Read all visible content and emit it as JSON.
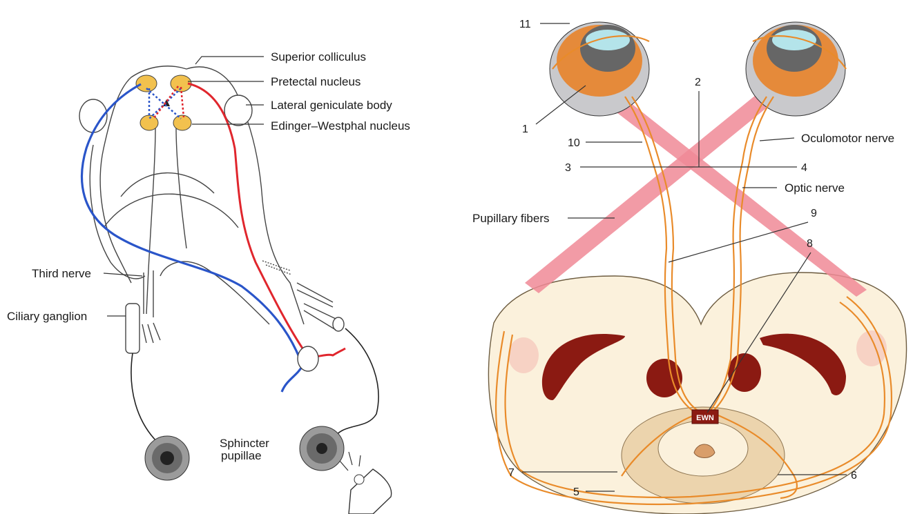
{
  "left_panel": {
    "labels": {
      "superior_colliculus": "Superior colliculus",
      "pretectal_nucleus": "Pretectal nucleus",
      "lateral_geniculate_body": "Lateral geniculate body",
      "edinger_westphal_nucleus": "Edinger–Westphal nucleus",
      "third_nerve": "Third nerve",
      "ciliary_ganglion": "Ciliary ganglion",
      "sphincter_line1": "Sphincter",
      "sphincter_line2": "pupillae"
    },
    "colors": {
      "afferent": "#e0262d",
      "efferent": "#2a55c9",
      "nucleus": "#f2c14e"
    }
  },
  "right_panel": {
    "labels": {
      "oculomotor_nerve": "Oculomotor nerve",
      "optic_nerve": "Optic nerve",
      "pupillary_fibers": "Pupillary fibers",
      "ewn": "EWN"
    },
    "numbers": [
      "1",
      "2",
      "3",
      "4",
      "5",
      "6",
      "7",
      "8",
      "9",
      "10",
      "11"
    ],
    "colors": {
      "pathway": "#e98b2a",
      "fibers": "#f08a96",
      "midbrain": "#fbf1dc",
      "nuclei": "#8b1a12"
    }
  }
}
